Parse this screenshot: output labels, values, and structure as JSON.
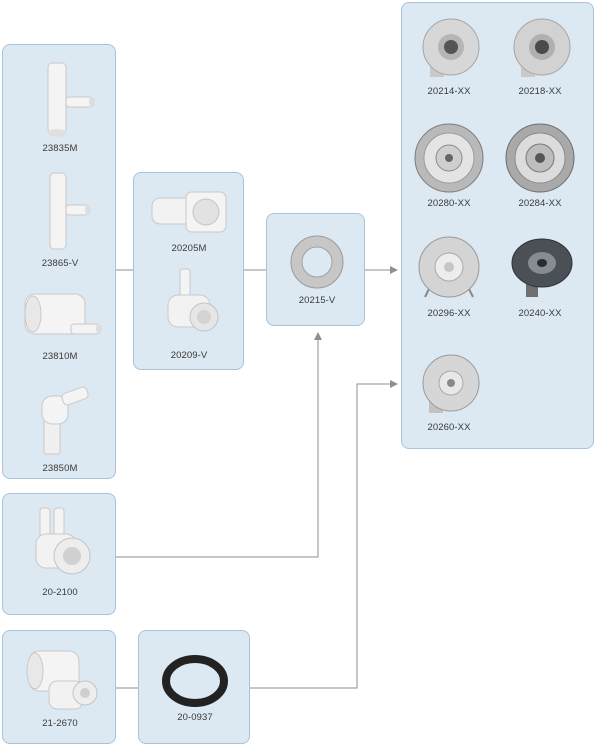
{
  "groups": {
    "tees": [
      "23835M",
      "23865-V",
      "23810M",
      "23850M"
    ],
    "bodies": [
      "20205M",
      "20209-V"
    ],
    "gasket": [
      "20215-V"
    ],
    "jets": [
      "20214-XX",
      "20218-XX",
      "20280-XX",
      "20284-XX",
      "20296-XX",
      "20240-XX",
      "20260-XX"
    ],
    "air_body": [
      "20-2100"
    ],
    "body_tee": [
      "21-2670"
    ],
    "oring": [
      "20-0937"
    ]
  }
}
